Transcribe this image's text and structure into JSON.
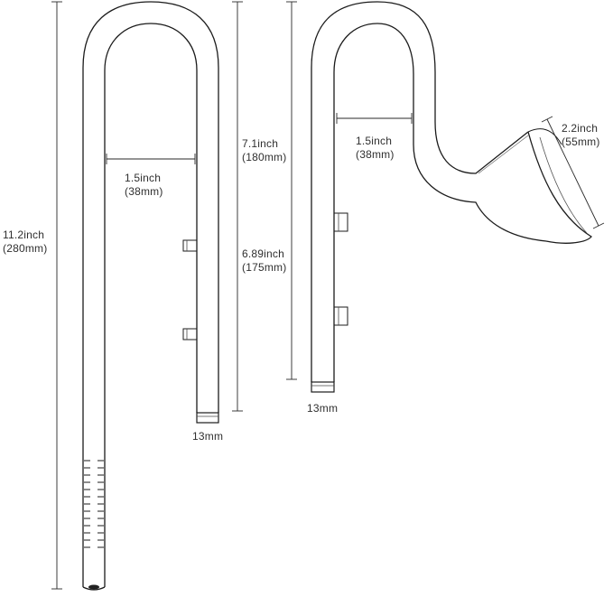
{
  "labels": {
    "overall_height": [
      "11.2inch",
      "(280mm)"
    ],
    "left_width": [
      "1.5inch",
      "(38mm)"
    ],
    "top_section": [
      "7.1inch",
      "(180mm)"
    ],
    "lower_section": [
      "6.89inch",
      "(175mm)"
    ],
    "left_bottom_diameter": "13mm",
    "right_width": [
      "1.5inch",
      "(38mm)"
    ],
    "right_bottom_diameter": "13mm",
    "cup_diameter": [
      "2.2inch",
      "(55mm)"
    ]
  }
}
